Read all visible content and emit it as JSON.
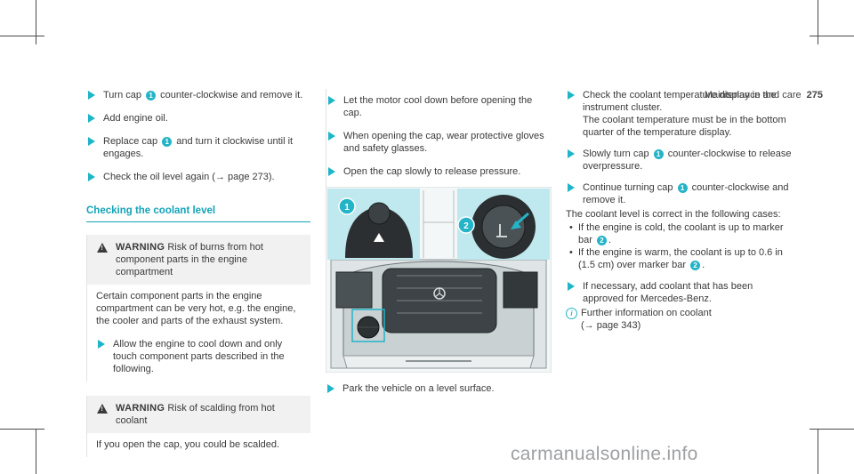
{
  "header": {
    "section": "Maintenance and care",
    "page": "275"
  },
  "col1": {
    "steps": [
      {
        "pre": "Turn cap ",
        "num": "1",
        "post": " counter-clockwise and remove it."
      },
      {
        "text": "Add engine oil."
      },
      {
        "pre": "Replace cap ",
        "num": "1",
        "post": " and turn it clockwise until it engages."
      },
      {
        "text": "Check the oil level again (→ page 273)."
      }
    ],
    "section_title": "Checking the coolant level",
    "warning1": {
      "label": "WARNING",
      "headline": " Risk of burns from hot component parts in the engine compartment",
      "body": "Certain component parts in the engine compartment can be very hot, e.g. the engine, the cooler and parts of the exhaust system.",
      "step": "Allow the engine to cool down and only touch component parts described in the following."
    },
    "warning2": {
      "label": "WARNING",
      "headline": " Risk of scalding from hot coolant",
      "body": "If you open the cap, you could be scalded."
    }
  },
  "col2": {
    "steps": [
      {
        "text": "Let the motor cool down before opening the cap."
      },
      {
        "text": "When opening the cap, wear protective gloves and safety glasses."
      },
      {
        "text": "Open the cap slowly to release pressure."
      }
    ],
    "figure": {
      "callout1": "1",
      "callout2": "2"
    },
    "step_after": "Park the vehicle on a level surface."
  },
  "col3": {
    "step1": {
      "line1": "Check the coolant temperature display in the instrument cluster.",
      "line2": "The coolant temperature must be in the bottom quarter of the temperature display."
    },
    "step2": {
      "pre": "Slowly turn cap ",
      "num": "1",
      "post": " counter-clockwise to release overpressure."
    },
    "step3": {
      "pre": "Continue turning cap ",
      "num": "1",
      "post": " counter-clockwise and remove it."
    },
    "intro": "The coolant level is correct in the following cases:",
    "bullets": [
      {
        "pre": "If the engine is cold, the coolant is up to marker bar ",
        "num": "2",
        "post": "."
      },
      {
        "pre": "If the engine is warm, the coolant is up to 0.6 in (1.5 cm) over marker bar ",
        "num": "2",
        "post": "."
      }
    ],
    "step4": "If necessary, add coolant that has been approved for Mercedes-Benz.",
    "info": {
      "line1": "Further information on coolant",
      "line2": "(→ page 343)"
    }
  },
  "watermark": "carmanualsonline.info",
  "colors": {
    "accent": "#1fb5c9",
    "title": "#13a4b7",
    "figure_bg": "#bfe9ee"
  }
}
